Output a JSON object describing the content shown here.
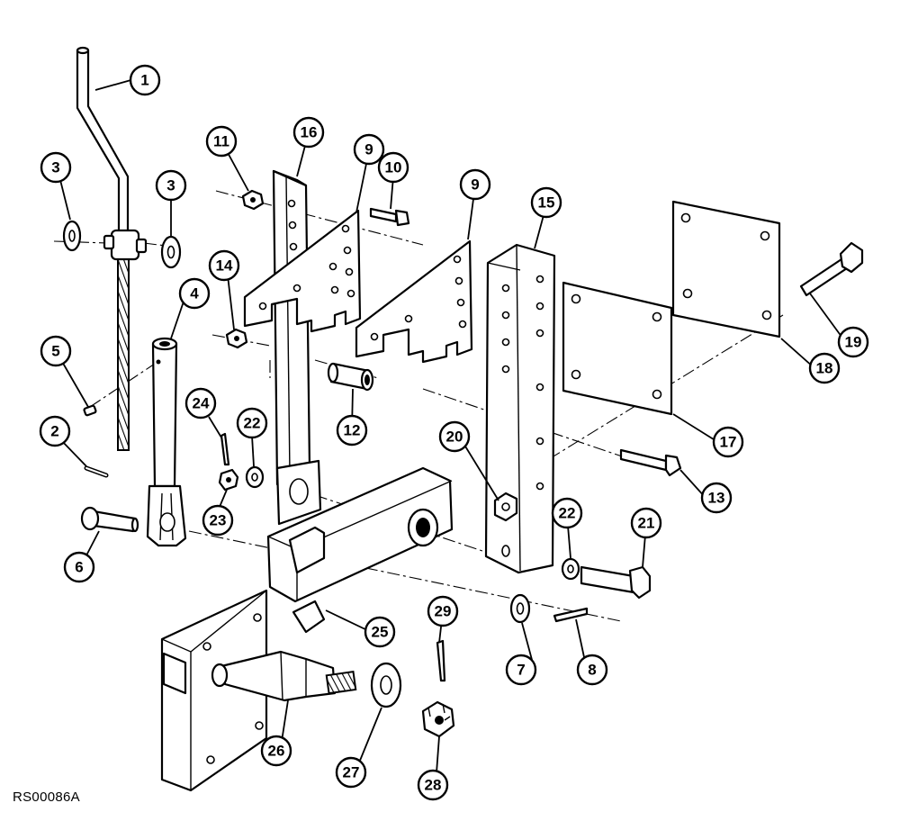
{
  "figure_code": "RS00086A",
  "callouts": [
    {
      "id": "callout-1",
      "label": "1"
    },
    {
      "id": "callout-2",
      "label": "2"
    },
    {
      "id": "callout-3a",
      "label": "3"
    },
    {
      "id": "callout-3b",
      "label": "3"
    },
    {
      "id": "callout-4",
      "label": "4"
    },
    {
      "id": "callout-5",
      "label": "5"
    },
    {
      "id": "callout-6",
      "label": "6"
    },
    {
      "id": "callout-7",
      "label": "7"
    },
    {
      "id": "callout-8",
      "label": "8"
    },
    {
      "id": "callout-9a",
      "label": "9"
    },
    {
      "id": "callout-9b",
      "label": "9"
    },
    {
      "id": "callout-10",
      "label": "10"
    },
    {
      "id": "callout-11",
      "label": "11"
    },
    {
      "id": "callout-12",
      "label": "12"
    },
    {
      "id": "callout-13",
      "label": "13"
    },
    {
      "id": "callout-14",
      "label": "14"
    },
    {
      "id": "callout-15",
      "label": "15"
    },
    {
      "id": "callout-16",
      "label": "16"
    },
    {
      "id": "callout-17",
      "label": "17"
    },
    {
      "id": "callout-18",
      "label": "18"
    },
    {
      "id": "callout-19",
      "label": "19"
    },
    {
      "id": "callout-20",
      "label": "20"
    },
    {
      "id": "callout-21",
      "label": "21"
    },
    {
      "id": "callout-22a",
      "label": "22"
    },
    {
      "id": "callout-22b",
      "label": "22"
    },
    {
      "id": "callout-23",
      "label": "23"
    },
    {
      "id": "callout-24",
      "label": "24"
    },
    {
      "id": "callout-25",
      "label": "25"
    },
    {
      "id": "callout-26",
      "label": "26"
    },
    {
      "id": "callout-27",
      "label": "27"
    },
    {
      "id": "callout-28",
      "label": "28"
    },
    {
      "id": "callout-29",
      "label": "29"
    }
  ]
}
